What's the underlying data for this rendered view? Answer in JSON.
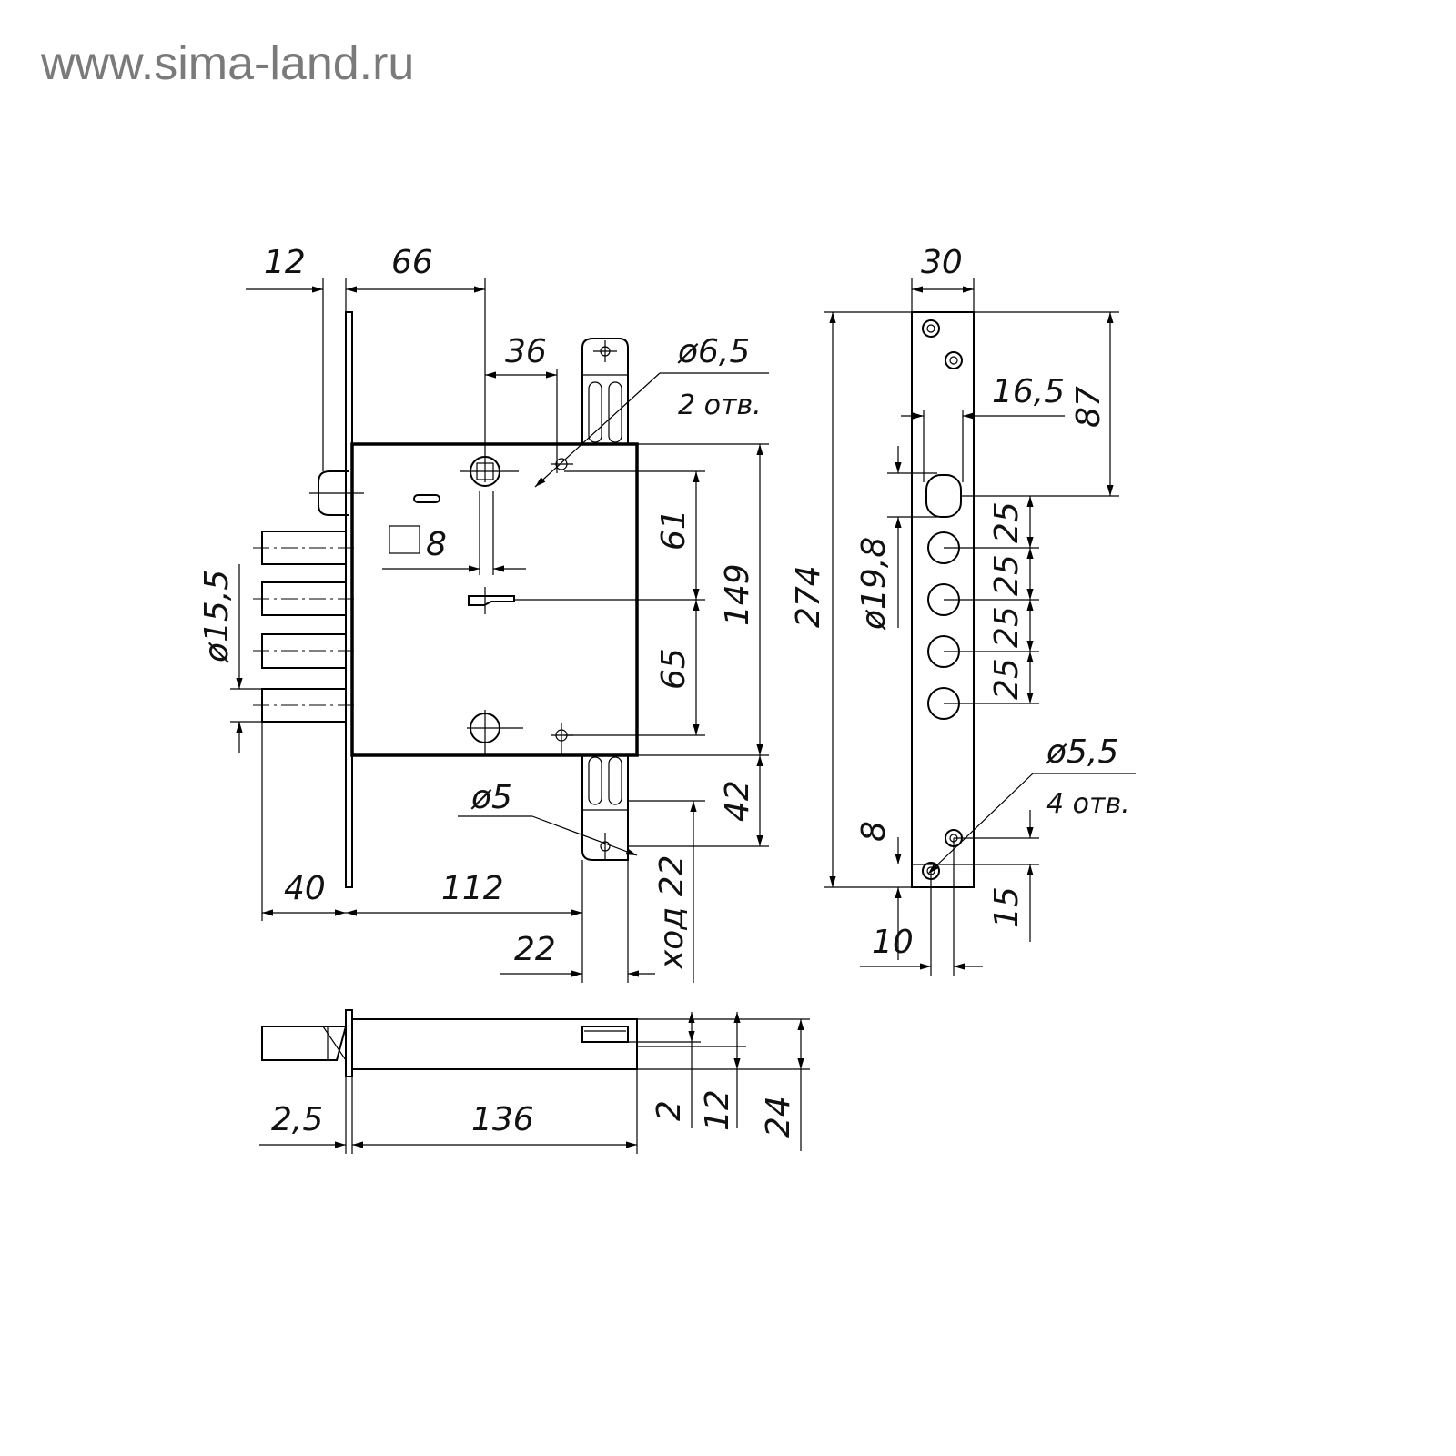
{
  "watermark": "www.sima-land.ru",
  "front_view": {
    "dim_12": "12",
    "dim_66": "66",
    "dim_36": "36",
    "hole_6_5": "ø6,5",
    "holes_2": "2 отв.",
    "square_8": "8",
    "dim_61": "61",
    "dim_65": "65",
    "dim_149": "149",
    "dim_42": "42",
    "dim_274": "274",
    "dia_15_5": "ø15,5",
    "dim_40": "40",
    "dim_112": "112",
    "dim_22": "22",
    "stroke_22": "ход 22",
    "hole_5": "ø5"
  },
  "side_view": {
    "dim_30": "30",
    "dim_87": "87",
    "dim_16_5": "16,5",
    "dia_19_8": "ø19,8",
    "pitch": [
      "25",
      "25",
      "25",
      "25"
    ],
    "hole_5_5": "ø5,5",
    "holes_4": "4 отв.",
    "dim_8": "8",
    "dim_10": "10",
    "dim_15": "15"
  },
  "bottom_view": {
    "dim_2_5": "2,5",
    "dim_136": "136",
    "dim_2": "2",
    "dim_12": "12",
    "dim_24": "24"
  }
}
